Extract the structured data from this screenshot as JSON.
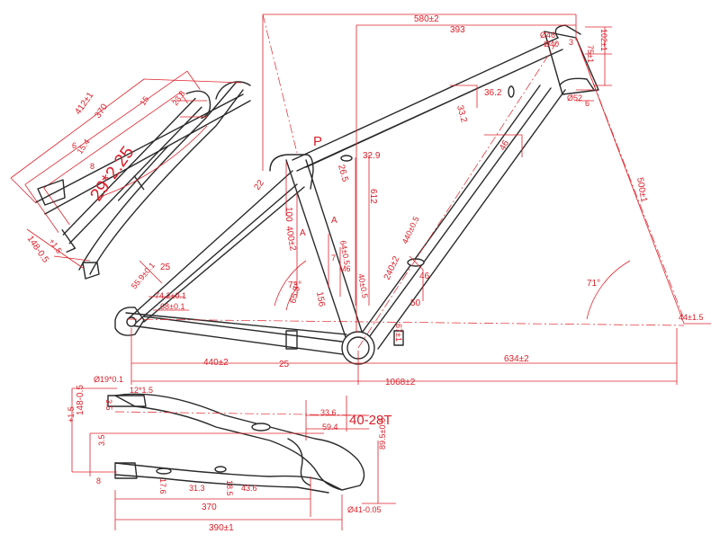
{
  "labels": {
    "reach_580": "580±2",
    "stack_393": "393",
    "ht_dia46": "Ø46",
    "ht_dia40": "Ø40",
    "ht_3": "3",
    "ht_102": "102±1",
    "ht_75": "75±1",
    "ht_52": "Ø52",
    "ht_6": "6",
    "tt_362": "36.2",
    "tt_332": "33.2",
    "dt_46": "46",
    "dt_50": "50",
    "st_329": "32.9",
    "st_265": "26.5",
    "st_612": "612",
    "len_500": "500±1",
    "p_mark": "P",
    "a_mark_1": "A",
    "a_mark_2": "A",
    "seat_22": "22",
    "seat_100": "100",
    "len_400": "400±2",
    "dt_440": "440±0.5",
    "dt_240": "240±2",
    "cable_64": "64±0.5",
    "cable_m6": "M6",
    "cable_40": "40±0.5",
    "cable_7": "7",
    "angle_73": "73°",
    "angle_71": "71°",
    "angle_655": "65.5°",
    "ss_559": "55.9±0.1",
    "ss_25": "25",
    "ss_742": "74.2±0.1",
    "ss_68": "68±0.1",
    "cs_156": "156",
    "bb_67": "67±1",
    "cs_440": "440±2",
    "cs_25": "25",
    "bb_634": "634±2",
    "wb_1068": "1068±2",
    "rear_44": "44±1.5",
    "fork_412": "412±1",
    "fork_370": "370",
    "fork_15": "15",
    "fork_238": "23.8",
    "fork_154": "15.4",
    "fork_6": "6",
    "fork_8": "8",
    "fork_29": "29*2.25",
    "fork_148": "148-0.5",
    "fork_148b": "+1.5",
    "cs_dia19": "Ø19*0.1",
    "cs_12": "12*1.5",
    "cs_35a": "3.5",
    "cs_148": "148-0.5",
    "cs_148b": "+1.5",
    "cs_35b": "3.5",
    "cs_8": "8",
    "cs_176": "17.6",
    "cs_313": "31.3",
    "cs_185": "18.5",
    "cs_436": "43.6",
    "cs_370": "370",
    "cs_390": "390±1",
    "bb_336": "33.6",
    "bb_594": "59.4",
    "chainring": "40-28T",
    "bb_895": "89.5±0.5",
    "bb_dia41": "Ø41-0.05"
  }
}
